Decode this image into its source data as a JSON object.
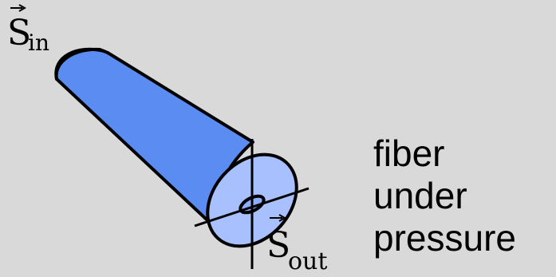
{
  "labels": {
    "s_in": {
      "symbol": "S",
      "subscript": "in"
    },
    "s_out": {
      "symbol": "S",
      "subscript": "out"
    },
    "caption_lines": [
      "fiber",
      "under",
      "pressure"
    ]
  },
  "colors": {
    "background": "#d9d9d9",
    "fiber_body": "#5b8cf2",
    "fiber_end_face": "#a9c0ff",
    "outline": "#000000"
  }
}
